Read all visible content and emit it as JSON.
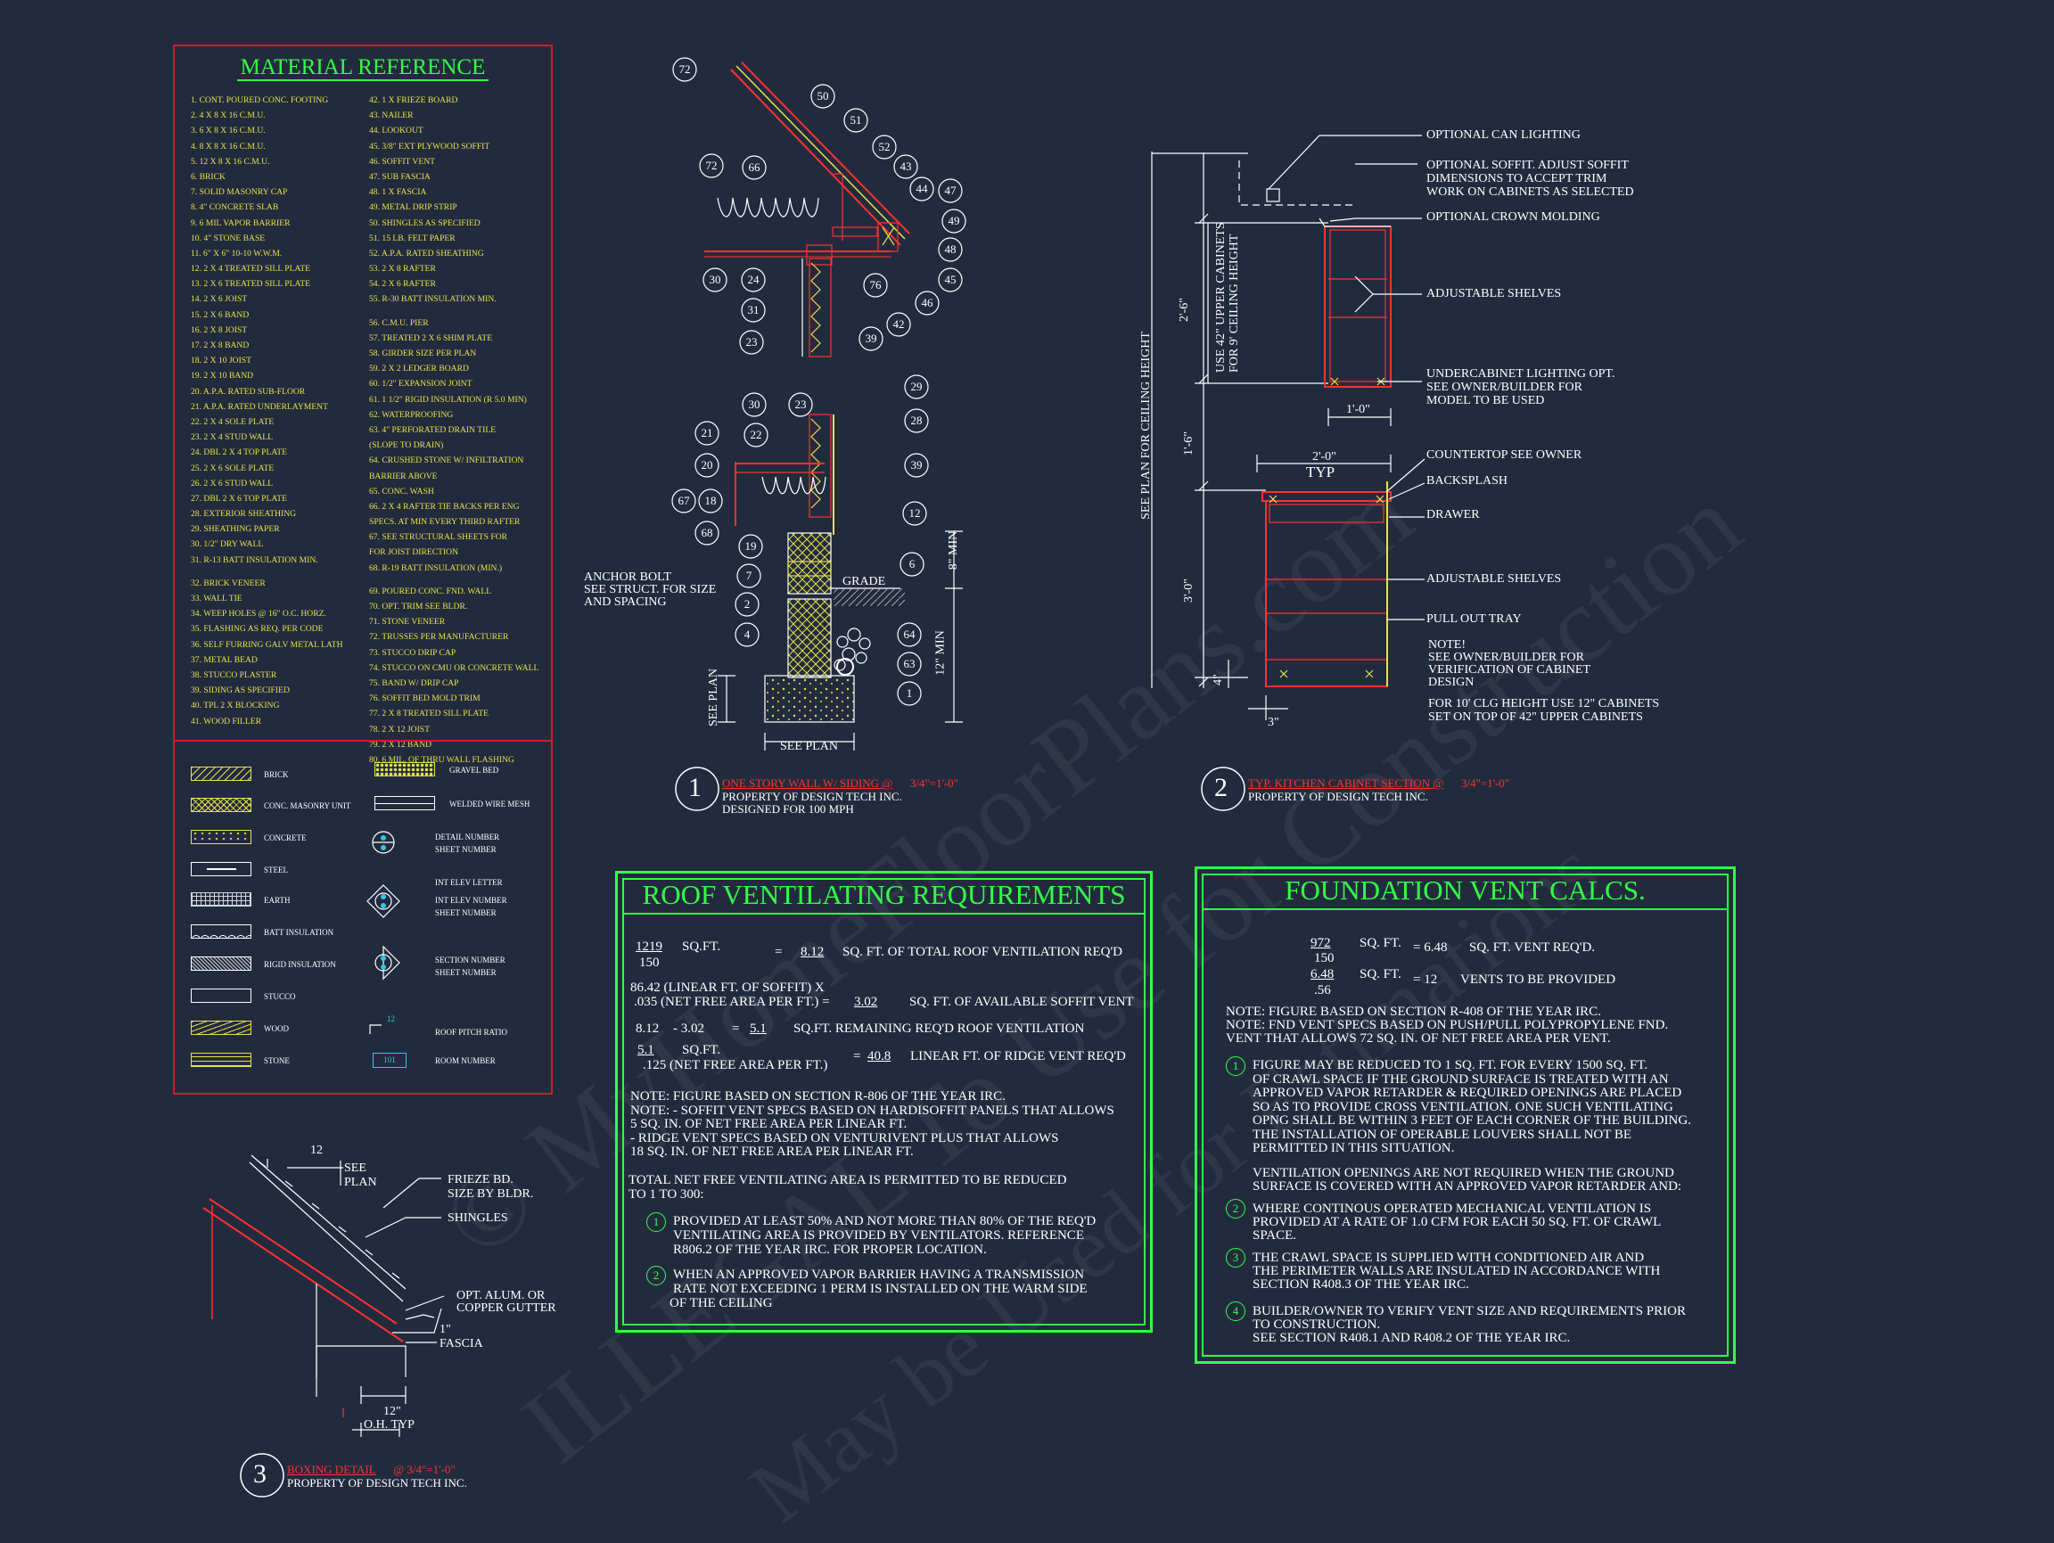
{
  "watermark": {
    "line1": "© MyHomeFloorPlans.com",
    "line2": "ILLEGAL To Use for Construction",
    "line3": "May be Used for Estimations"
  },
  "material_reference": {
    "title": "MATERIAL REFERENCE",
    "col1": [
      "1. CONT. POURED CONC. FOOTING",
      "2. 4 X 8 X 16 C.M.U.",
      "3. 6 X 8 X 16 C.M.U.",
      "4. 8 X 8 X 16 C.M.U.",
      "5. 12 X 8 X 16 C.M.U.",
      "6. BRICK",
      "7. SOLID MASONRY CAP",
      "8. 4\" CONCRETE SLAB",
      "9. 6 MIL VAPOR BARRIER",
      "10. 4\" STONE BASE",
      "11. 6\" X 6\" 10-10 W.W.M.",
      "12. 2 X 4 TREATED SILL PLATE",
      "13. 2 X 6 TREATED SILL PLATE",
      "14. 2 X 6 JOIST",
      "15. 2 X 6 BAND",
      "16. 2 X 8 JOIST",
      "17. 2 X 8 BAND",
      "18. 2 X 10 JOIST",
      "19. 2 X 10 BAND",
      "20. A.P.A. RATED SUB-FLOOR",
      "21. A.P.A. RATED UNDERLAYMENT",
      "22. 2 X 4 SOLE PLATE",
      "23. 2 X 4 STUD WALL",
      "24. DBL 2 X 4 TOP PLATE",
      "25. 2 X 6 SOLE PLATE",
      "26. 2 X 6 STUD WALL",
      "27. DBL 2 X 6 TOP PLATE",
      "28. EXTERIOR SHEATHING",
      "29. SHEATHING PAPER",
      "30. 1/2\" DRY WALL",
      "31. R-13 BATT INSULATION MIN.",
      "",
      "32. BRICK VENEER",
      "33. WALL TIE",
      "34. WEEP HOLES @ 16\" O.C. HORZ.",
      "35. FLASHING AS REQ. PER CODE",
      "36. SELF FURRING GALV METAL LATH",
      "37. METAL BEAD",
      "38. STUCCO PLASTER",
      "39. SIDING AS SPECIFIED",
      "40. TPL 2 X BLOCKING",
      "41. WOOD FILLER"
    ],
    "col2": [
      "42. 1 X FRIEZE BOARD",
      "43. NAILER",
      "44. LOOKOUT",
      "45. 3/8\" EXT PLYWOOD SOFFIT",
      "46. SOFFIT VENT",
      "47. SUB FASCIA",
      "48. 1 X FASCIA",
      "49. METAL DRIP STRIP",
      "50. SHINGLES AS SPECIFIED",
      "51. 15 LB. FELT PAPER",
      "52. A.P.A. RATED SHEATHING",
      "53. 2 X 8 RAFTER",
      "54. 2 X 6 RAFTER",
      "55. R-30 BATT INSULATION MIN.",
      "",
      "56. C.M.U. PIER",
      "57. TREATED 2 X 6 SHIM PLATE",
      "58. GIRDER SIZE PER PLAN",
      "59. 2 X 2 LEDGER BOARD",
      "60. 1/2\" EXPANSION JOINT",
      "61. 1 1/2\" RIGID INSULATION (R 5.0 MIN)",
      "62. WATERPROOFING",
      "63. 4\" PERFORATED DRAIN TILE",
      "    (SLOPE TO DRAIN)",
      "64. CRUSHED STONE W/ INFILTRATION",
      "    BARRIER ABOVE",
      "65. CONC. WASH",
      "66. 2 X 4 RAFTER TIE BACKS PER ENG",
      "SPECS. AT MIN EVERY THIRD RAFTER",
      "67. SEE STRUCTURAL SHEETS FOR",
      "    FOR JOIST DIRECTION",
      "68. R-19 BATT INSULATION (MIN.)",
      "",
      "69. POURED CONC. FND. WALL",
      "70. OPT. TRIM SEE BLDR.",
      "71. STONE VENEER",
      "72. TRUSSES PER MANUFACTURER",
      "73. STUCCO DRIP CAP",
      "74. STUCCO ON CMU OR CONCRETE WALL",
      "75. BAND W/ DRIP CAP",
      "76. SOFFIT BED MOLD TRIM",
      "77. 2 X 8 TREATED SILL PLATE",
      "78. 2 X 12 JOIST",
      "79. 2 X 12 BAND",
      "80. 6 MIL. OF THRU WALL FLASHING"
    ],
    "legend_left": [
      "BRICK",
      "CONC. MASONRY UNIT",
      "CONCRETE",
      "STEEL",
      "EARTH",
      "BATT INSULATION",
      "RIGID INSULATION",
      "STUCCO",
      "WOOD",
      "STONE"
    ],
    "legend_right": [
      "GRAVEL BED",
      "WELDED WIRE MESH",
      "DETAIL NUMBER",
      "SHEET NUMBER",
      "INT ELEV LETTER",
      "INT ELEV NUMBER",
      "SHEET NUMBER",
      "SECTION NUMBER",
      "SHEET NUMBER",
      "ROOF PITCH RATIO",
      "ROOM NUMBER"
    ],
    "pitch_value": "12",
    "room_number": "101",
    "hash": "#"
  },
  "detail1": {
    "number": "1",
    "title": "ONE STORY WALL W/ SIDING @",
    "scale": "3/4\"=1'-0\"",
    "line2": "PROPERTY OF DESIGN TECH INC.",
    "line3": "DESIGNED FOR 100 MPH",
    "anchor_note": [
      "ANCHOR BOLT",
      "SEE STRUCT. FOR SIZE",
      "AND SPACING"
    ],
    "grade": "GRADE",
    "see_plan": "SEE PLAN",
    "see_plan_v": "SEE PLAN",
    "dim_8": "8\" MIN",
    "dim_12": "12\" MIN",
    "callouts_top": [
      "72",
      "50",
      "51",
      "72",
      "66",
      "52",
      "43",
      "44",
      "47",
      "49",
      "48",
      "45",
      "46",
      "42",
      "30",
      "24",
      "76",
      "31",
      "23",
      "39"
    ],
    "callouts_bottom": [
      "30",
      "23",
      "29",
      "21",
      "22",
      "28",
      "20",
      "39",
      "67",
      "18",
      "68",
      "12",
      "19",
      "7",
      "6",
      "2",
      "4",
      "64",
      "63",
      "1"
    ]
  },
  "detail2": {
    "number": "2",
    "title": "TYP. KITCHEN CABINET SECTION @",
    "scale": "3/4\"=1'-0\"",
    "line2": "PROPERTY OF DESIGN TECH INC.",
    "labels": [
      [
        "OPTIONAL CAN LIGHTING"
      ],
      [
        "OPTIONAL SOFFIT.  ADJUST SOFFIT",
        "DIMENSIONS TO ACCEPT TRIM",
        "WORK ON CABINETS AS SELECTED"
      ],
      [
        "OPTIONAL CROWN MOLDING"
      ],
      [
        "ADJUSTABLE SHELVES"
      ],
      [
        "UNDERCABINET LIGHTING OPT.",
        "SEE OWNER/BUILDER FOR",
        "MODEL TO BE USED"
      ],
      [
        "COUNTERTOP SEE OWNER"
      ],
      [
        "BACKSPLASH"
      ],
      [
        "DRAWER"
      ],
      [
        "ADJUSTABLE SHELVES"
      ],
      [
        "PULL OUT TRAY"
      ]
    ],
    "note": [
      "NOTE!",
      "SEE OWNER/BUILDER FOR",
      "VERIFICATION OF CABINET",
      "DESIGN"
    ],
    "note2": [
      "FOR 10' CLG HEIGHT USE 12\" CABINETS",
      "SET ON TOP OF 42\" UPPER CABINETS"
    ],
    "dim_26": "2'-6\"",
    "upper_note": [
      "USE 42\" UPPER CABINETS",
      "FOR 9' CEILING HEIGHT"
    ],
    "dim_16": "1'-6\"",
    "dim_30": "3'-0\"",
    "dim_4": "4\"",
    "dim_3": "3\"",
    "dim_10": "1'-0\"",
    "dim_20": "2'-0\"",
    "typ": "TYP",
    "ceiling": "SEE PLAN FOR CEILING HEIGHT"
  },
  "detail3": {
    "number": "3",
    "title": "BOXING DETAIL",
    "scale": "@ 3/4\"=1'-0\"",
    "line2": "PROPERTY OF DESIGN TECH INC.",
    "pitch": "12",
    "see_plan": [
      "SEE",
      "PLAN"
    ],
    "frieze": [
      "FRIEZE BD.",
      "SIZE BY BLDR."
    ],
    "shingles": "SHINGLES",
    "gutter": [
      "OPT. ALUM. OR",
      "COPPER GUTTER"
    ],
    "fascia": [
      "1\"",
      "FASCIA"
    ],
    "oh": [
      "12\"",
      "O.H. TYP"
    ]
  },
  "roof_vent": {
    "title": "ROOF VENTILATING REQUIREMENTS",
    "r1": {
      "num": "1219",
      "den": "150",
      "unit": "SQ.FT.",
      "eq": "=",
      "val": "8.12",
      "desc": "SQ. FT. OF TOTAL ROOF VENTILATION REQ'D"
    },
    "r2": {
      "a": "86.42   (LINEAR FT. OF SOFFIT) X",
      "b": ".035 (NET FREE AREA PER FT.) =",
      "val": "3.02",
      "desc": "SQ. FT. OF AVAILABLE SOFFIT VENT"
    },
    "r3": {
      "a": "8.12",
      "b": "- 3.02",
      "eq": "=",
      "val": "5.1",
      "desc": "SQ.FT. REMAINING REQ'D ROOF VENTILATION"
    },
    "r4": {
      "num": "5.1",
      "unit": "SQ.FT.",
      "den": ".125 (NET FREE AREA PER FT.)",
      "eq": "=",
      "val": "40.8",
      "desc": "LINEAR FT. OF RIDGE VENT REQ'D"
    },
    "notes": [
      "NOTE: FIGURE BASED ON SECTION R-806 OF THE YEAR IRC.",
      "NOTE:  - SOFFIT VENT SPECS BASED ON HARDISOFFIT PANELS THAT ALLOWS",
      "             5 SQ. IN. OF NET FREE AREA PER LINEAR FT.",
      "           - RIDGE VENT SPECS BASED ON VENTURIVENT PLUS THAT ALLOWS",
      "             18 SQ. IN. OF NET FREE AREA PER LINEAR FT."
    ],
    "total": [
      "TOTAL NET FREE VENTILATING AREA IS PERMITTED TO BE REDUCED",
      "      TO 1 TO 300:"
    ],
    "items": [
      {
        "n": "1",
        "lines": [
          "PROVIDED AT LEAST 50% AND NOT MORE THAN 80% OF THE REQ'D",
          "VENTILATING AREA IS PROVIDED BY VENTILATORS.  REFERENCE",
          "R806.2  OF THE YEAR IRC. FOR PROPER LOCATION."
        ]
      },
      {
        "n": "2",
        "lines": [
          "WHEN AN APPROVED VAPOR BARRIER HAVING A TRANSMISSION",
          "RATE NOT EXCEEDING 1 PERM IS INSTALLED ON THE WARM SIDE",
          "OF THE CEILING"
        ]
      }
    ]
  },
  "fnd_vent": {
    "title": "FOUNDATION VENT CALCS.",
    "r1": {
      "num": "972",
      "unit": "SQ. FT.",
      "den": "150",
      "eq": "= 6.48",
      "desc": "SQ. FT. VENT REQ'D."
    },
    "r2": {
      "num": "6.48",
      "unit": "SQ. FT.",
      "den": ".56",
      "eq": "=  12",
      "desc": "VENTS TO BE PROVIDED"
    },
    "notes": [
      "NOTE: FIGURE BASED ON SECTION R-408 OF THE YEAR IRC.",
      "NOTE: FND VENT SPECS BASED ON PUSH/PULL POLYPROPYLENE FND.",
      "           VENT THAT ALLOWS 72 SQ. IN. OF NET FREE AREA PER VENT."
    ],
    "item1": {
      "n": "1",
      "lines": [
        "FIGURE MAY BE REDUCED TO 1 SQ. FT. FOR EVERY 1500 SQ. FT.",
        "OF CRAWL SPACE IF THE GROUND SURFACE IS TREATED WITH AN",
        "APPROVED VAPOR RETARDER & REQUIRED OPENINGS ARE PLACED",
        "SO AS TO PROVIDE CROSS VENTILATION. ONE SUCH VENTILATING",
        "OPNG SHALL BE WITHIN 3 FEET OF EACH CORNER OF THE BUILDING.",
        "THE INSTALLATION OF OPERABLE LOUVERS SHALL NOT BE",
        "PERMITTED IN THIS SITUATION."
      ]
    },
    "mid": [
      "VENTILATION OPENINGS ARE NOT REQUIRED WHEN THE GROUND",
      "SURFACE IS COVERED WITH AN APPROVED VAPOR RETARDER AND:"
    ],
    "items": [
      {
        "n": "2",
        "lines": [
          "WHERE CONTINOUS OPERATED MECHANICAL VENTILATION IS",
          "PROVIDED AT A RATE OF 1.0 CFM FOR EACH 50 SQ. FT. OF CRAWL",
          "SPACE."
        ]
      },
      {
        "n": "3",
        "lines": [
          "THE CRAWL SPACE IS SUPPLIED WITH CONDITIONED AIR AND",
          "THE PERIMETER WALLS ARE INSULATED IN ACCORDANCE WITH",
          "SECTION R408.3 OF THE YEAR IRC."
        ]
      },
      {
        "n": "4",
        "lines": [
          "BUILDER/OWNER TO VERIFY VENT SIZE AND REQUIREMENTS PRIOR",
          "TO CONSTRUCTION.",
          "SEE SECTION R408.1 AND R408.2 OF THE YEAR IRC."
        ]
      }
    ]
  },
  "colors": {
    "background": "#222b3e",
    "green": "#33ff44",
    "yellow": "#e6e24a",
    "red": "#d01b2b",
    "cyan": "#34c6e6"
  }
}
